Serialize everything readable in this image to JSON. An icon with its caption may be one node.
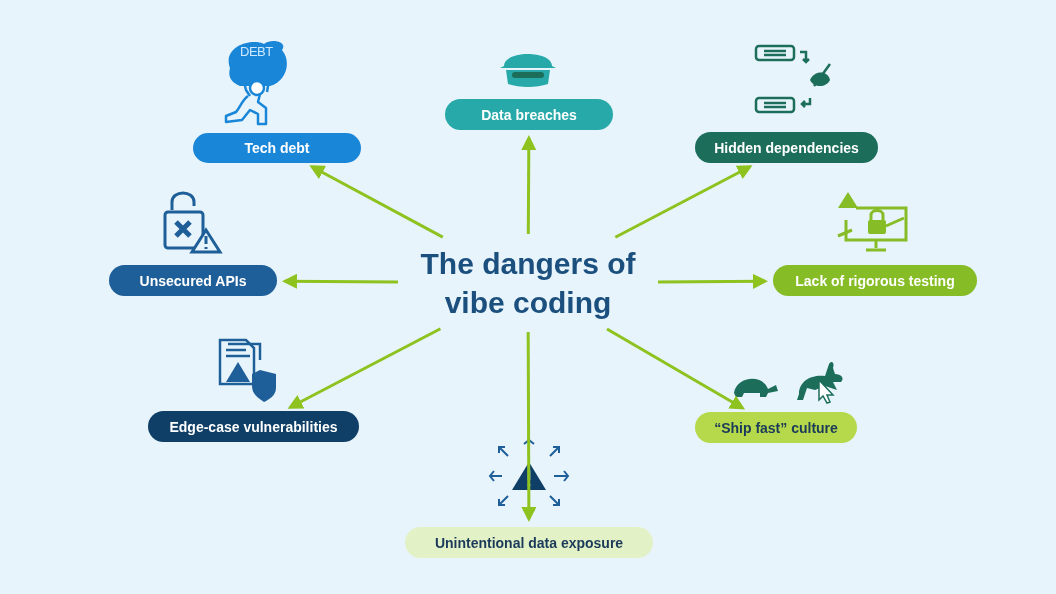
{
  "diagram": {
    "nodes": [
      {
        "text": [
          "The dangers of vibe coding"
        ]
      },
      {
        "text": [
          "Tech debt"
        ]
      },
      {
        "text": [
          "Data breaches"
        ]
      },
      {
        "text": [
          "Hidden dependencies"
        ]
      },
      {
        "text": [
          "Unsecured APIs"
        ]
      },
      {
        "text": [
          "Lack of rigorous testing"
        ]
      },
      {
        "text": [
          "Edge-case vulnerabilities"
        ]
      },
      {
        "text": [
          "“Ship fast” culture"
        ]
      },
      {
        "text": [
          "Unintentional data exposure"
        ]
      }
    ],
    "edges": [
      {
        "from": 0,
        "to": 1,
        "arrow": "to"
      },
      {
        "from": 0,
        "to": 2,
        "arrow": "to"
      },
      {
        "from": 0,
        "to": 3,
        "arrow": "to"
      },
      {
        "from": 0,
        "to": 4,
        "arrow": "to"
      },
      {
        "from": 0,
        "to": 5,
        "arrow": "to"
      },
      {
        "from": 0,
        "to": 6,
        "arrow": "to"
      },
      {
        "from": 0,
        "to": 7,
        "arrow": "to"
      },
      {
        "from": 0,
        "to": 8,
        "arrow": "to"
      }
    ],
    "labels": [
      "DEBT"
    ]
  }
}
